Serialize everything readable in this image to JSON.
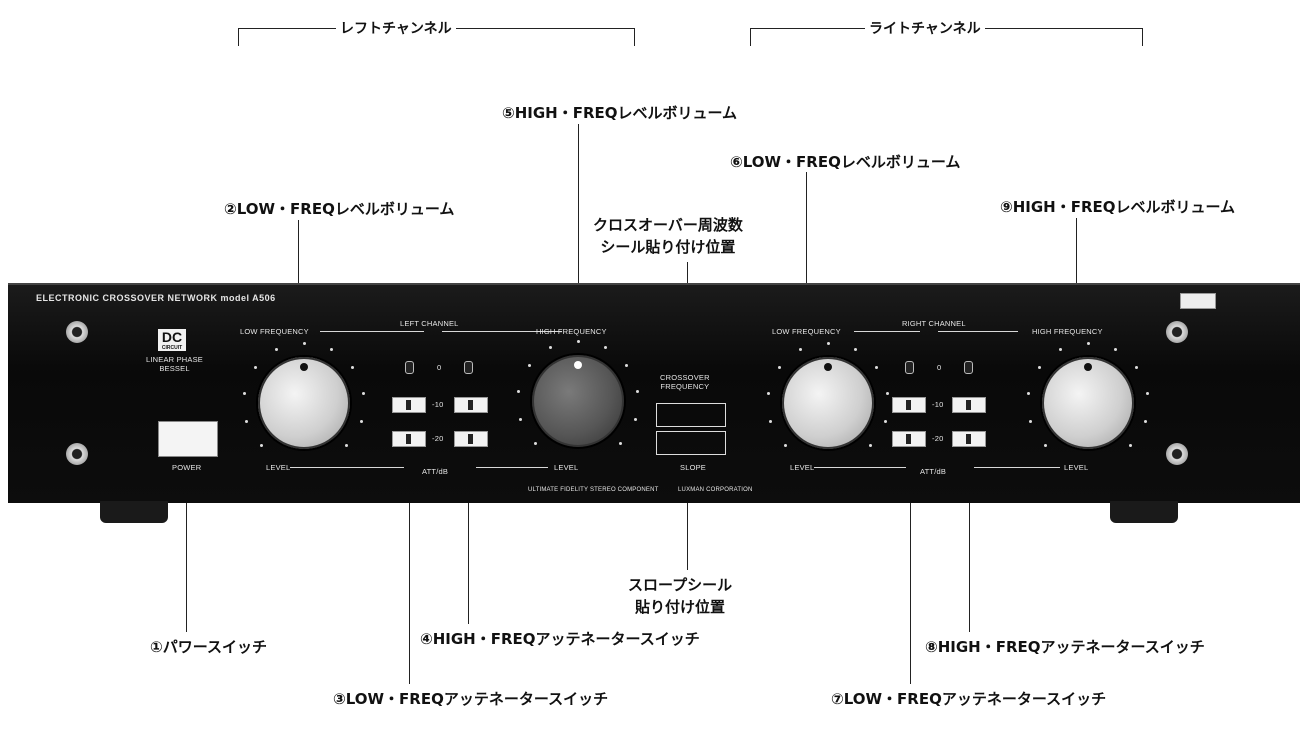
{
  "bracket_labels": {
    "left": "レフトチャンネル",
    "right": "ライトチャンネル"
  },
  "callouts": {
    "c1": "①パワースイッチ",
    "c2": "②LOW・FREQレベルボリューム",
    "c3": "③LOW・FREQアッテネータースイッチ",
    "c4": "④HIGH・FREQアッテネータースイッチ",
    "c5": "⑤HIGH・FREQレベルボリューム",
    "c6": "⑥LOW・FREQレベルボリューム",
    "c7": "⑦LOW・FREQアッテネータースイッチ",
    "c8": "⑧HIGH・FREQアッテネータースイッチ",
    "c9": "⑨HIGH・FREQレベルボリューム",
    "crossover": "クロスオーバー周波数\nシール貼り付け位置",
    "slope": "スロープシール\n貼り付け位置"
  },
  "panel": {
    "model": "ELECTRONIC CROSSOVER NETWORK model A506",
    "dc_badge": "DC",
    "dc_sub": "CIRCUIT",
    "badge_text": "LINEAR PHASE\nBESSEL",
    "power": "POWER",
    "left_channel": "LEFT CHANNEL",
    "right_channel": "RIGHT CHANNEL",
    "low_frequency": "LOW FREQUENCY",
    "high_frequency": "HIGH FREQUENCY",
    "level": "LEVEL",
    "att_db": "ATT/dB",
    "att_0": "0",
    "att_10": "-10",
    "att_20": "-20",
    "crossover_frequency": "CROSSOVER\nFREQUENCY",
    "slope": "SLOPE",
    "footer_left": "ULTIMATE FIDELITY STEREO COMPONENT",
    "footer_right": "LUXMAN CORPORATION"
  }
}
